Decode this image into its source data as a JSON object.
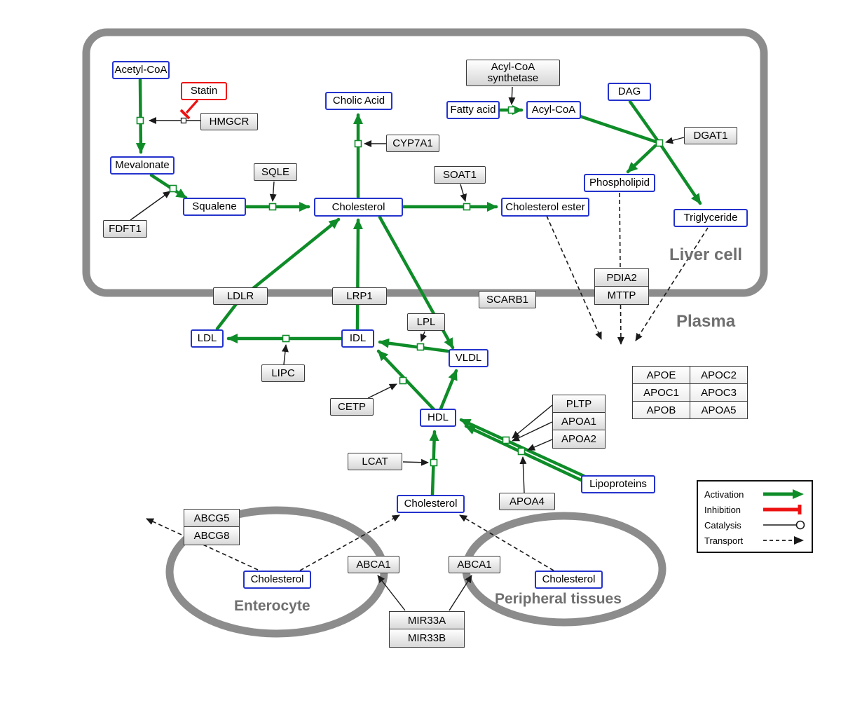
{
  "colors": {
    "activation": "#0e8c28",
    "inhibition": "#ee1111",
    "metab": "#2433cc",
    "compartment": "#8c8c8c",
    "catalysis": "#1a1a1a"
  },
  "compartments": {
    "liver": "Liver cell",
    "plasma": "Plasma",
    "enterocyte": "Enterocyte",
    "peripheral": "Peripheral tissues"
  },
  "nodes": {
    "acetyl_coa": "Acetyl-CoA",
    "statin": "Statin",
    "hmgcr": "HMGCR",
    "mevalonate": "Mevalonate",
    "fdft1": "FDFT1",
    "squalene": "Squalene",
    "sqle": "SQLE",
    "cholic_acid": "Cholic Acid",
    "cyp7a1": "CYP7A1",
    "cholesterol_liver": "Cholesterol",
    "soat1": "SOAT1",
    "cholesterol_ester": "Cholesterol ester",
    "acyl_coa_synthetase_1": "Acyl-CoA",
    "acyl_coa_synthetase_2": "synthetase",
    "fatty_acid": "Fatty acid",
    "acyl_coa": "Acyl-CoA",
    "dag": "DAG",
    "dgat1": "DGAT1",
    "phospholipid": "Phospholipid",
    "triglyceride": "Triglyceride",
    "ldlr": "LDLR",
    "lrp1": "LRP1",
    "scarb1": "SCARB1",
    "pdia2": "PDIA2",
    "mttp": "MTTP",
    "ldl": "LDL",
    "idl": "IDL",
    "lipc": "LIPC",
    "lpl": "LPL",
    "vldl": "VLDL",
    "cetp": "CETP",
    "hdl": "HDL",
    "apoe": "APOE",
    "apoc2": "APOC2",
    "apoc1": "APOC1",
    "apoc3": "APOC3",
    "apob": "APOB",
    "apoa5": "APOA5",
    "pltp": "PLTP",
    "apoa1": "APOA1",
    "apoa2": "APOA2",
    "lcat": "LCAT",
    "apoa4": "APOA4",
    "lipoproteins": "Lipoproteins",
    "cholesterol_plasma": "Cholesterol",
    "abcg5": "ABCG5",
    "abcg8": "ABCG8",
    "cholesterol_enterocyte": "Cholesterol",
    "abca1_left": "ABCA1",
    "abca1_right": "ABCA1",
    "cholesterol_peripheral": "Cholesterol",
    "mir33a": "MIR33A",
    "mir33b": "MIR33B"
  },
  "legend": {
    "activation": "Activation",
    "inhibition": "Inhibition",
    "catalysis": "Catalysis",
    "transport": "Transport"
  }
}
